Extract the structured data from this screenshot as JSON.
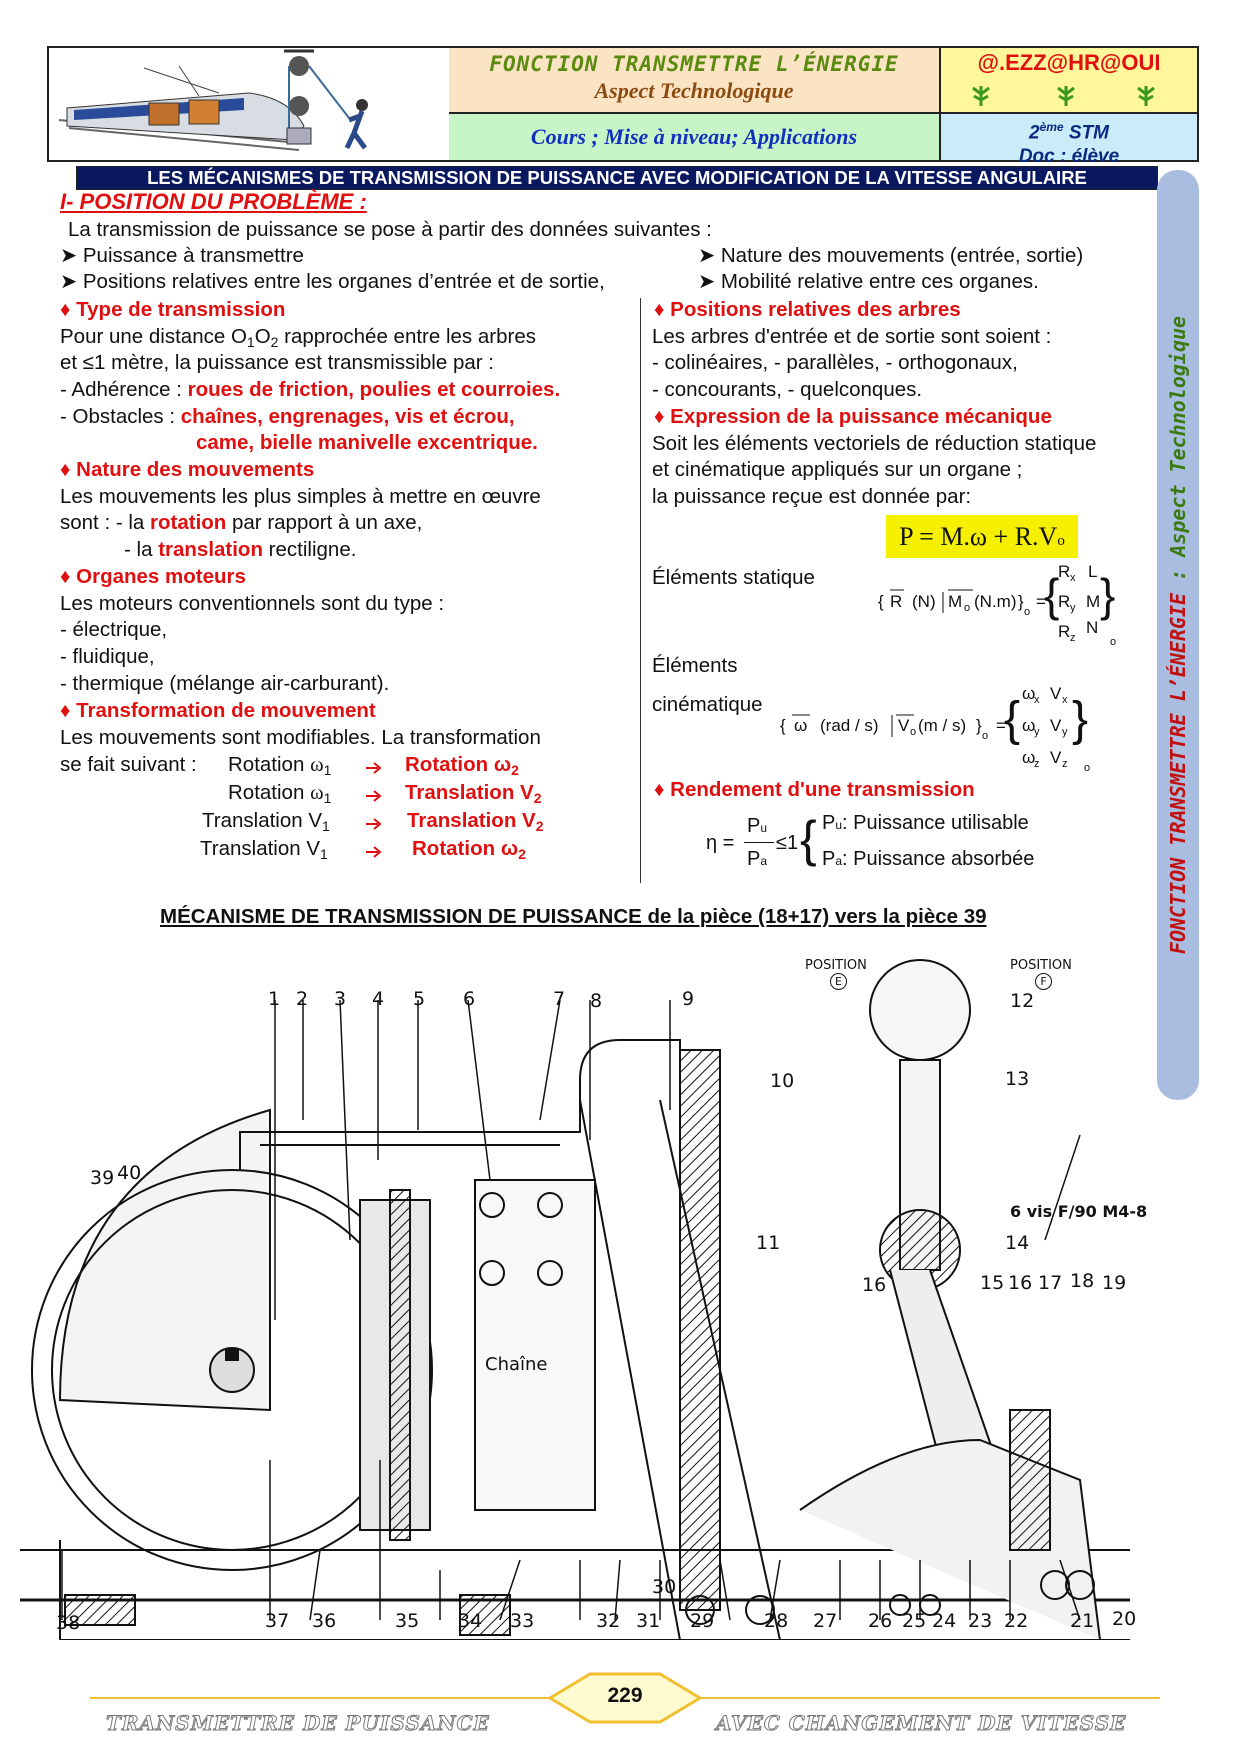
{
  "header": {
    "title": "FONCTION TRANSMETTRE L’ÉNERGIE",
    "subtitle": "Aspect Technologique",
    "course": "Cours ; Mise à niveau; Applications",
    "author": "@.EZZ@HR@OUI",
    "level_sup": "ème",
    "level_num": "2",
    "level": "STM",
    "doc": "Doc : élève"
  },
  "banner": "LES MÉCANISMES DE TRANSMISSION DE PUISSANCE AVEC MODIFICATION DE LA VITESSE ANGULAIRE",
  "side_label_a": "FONCTION TRANSMETTRE L’ÉNERGIE",
  "side_label_sep": " : ",
  "side_label_b": "Aspect Technologique",
  "section1": {
    "title": "I- POSITION DU PROBLÈME :",
    "intro": "La transmission de puissance se pose à partir des données suivantes :",
    "bullets": [
      "Puissance à transmettre",
      "Nature des mouvements (entrée, sortie)",
      "Positions relatives entre les organes d’entrée et de sortie,",
      "Mobilité relative entre ces organes."
    ]
  },
  "left": {
    "type_title": "Type de transmission",
    "type_l1a": "Pour une distance O",
    "type_l1_s1": "1",
    "type_l1b": "O",
    "type_l1_s2": "2",
    "type_l1c": " rapprochée  entre les arbres",
    "type_l2": "et ≤1 mètre, la puissance est transmissible par :",
    "adh_label": "- Adhérence : ",
    "adh_value": "roues de friction, poulies et courroies.",
    "obs_label": "- Obstacles : ",
    "obs_value1": "chaînes, engrenages, vis et écrou,",
    "obs_value2": "came, bielle manivelle excentrique.",
    "nature_title": "Nature des mouvements",
    "nature_l1": "Les mouvements les plus simples à mettre en œuvre",
    "nature_l2a": "sont : - la ",
    "nature_l2b": "rotation",
    "nature_l2c": " par rapport à un axe,",
    "nature_l3a": "- la ",
    "nature_l3b": "translation",
    "nature_l3c": " rectiligne.",
    "moteurs_title": "Organes moteurs",
    "moteurs_l1": "Les moteurs conventionnels sont du type :",
    "moteurs_items": [
      "- électrique,",
      "- fluidique,",
      "- thermique (mélange air-carburant)."
    ],
    "transfo_title": "Transformation de mouvement",
    "transfo_l1": "Les mouvements sont modifiables. La transformation",
    "transfo_l2": "se fait suivant :",
    "transfo_rows": [
      {
        "from": "Rotation",
        "fs": "ω",
        "fi": "1",
        "to": "Rotation ω",
        "ti": "2"
      },
      {
        "from": "Rotation",
        "fs": "ω",
        "fi": "1",
        "to": "Translation  V",
        "ti": "2"
      },
      {
        "from": "Translation",
        "fs": "V",
        "fi": "1",
        "to": "Translation  V",
        "ti": "2"
      },
      {
        "from": "Translation",
        "fs": "V",
        "fi": "1",
        "to": "Rotation ω",
        "ti": "2"
      }
    ]
  },
  "right": {
    "pos_title": "Positions relatives des arbres",
    "pos_l1": "Les arbres d'entrée et de sortie sont soient :",
    "pos_l2": "- colinéaires, - parallèles,  - orthogonaux,",
    "pos_l3": "- concourants,  - quelconques.",
    "expr_title": "Expression de la puissance mécanique",
    "expr_l1": "Soit les éléments vectoriels de réduction statique",
    "expr_l2": "et cinématique appliqués sur un organe ;",
    "expr_l3": "la puissance reçue est donnée par:",
    "formula": "P = M.ω + R.V",
    "formula_sub": "o",
    "stat_label": "Éléments statique",
    "stat_torsor": "{R (N) | Mo (N.m)}o = {Rx L ; Ry M ; Rz N}o",
    "cin_label1": "Éléments",
    "cin_label2": "cinématique",
    "cin_torsor": "{ω (rad/s) | Vo (m/s)}o = {ωx Vx ; ωy Vy ; ωz Vz}o",
    "rend_title": "Rendement d'une transmission",
    "rend_eta": "η =",
    "rend_pu": "P",
    "rend_pu_sub": "u",
    "rend_pa": "P",
    "rend_pa_sub": "a",
    "rend_le": "≤1",
    "rend_def1": ": Puissance utilisable",
    "rend_def2": ": Puissance absorbée"
  },
  "mechanism": {
    "title": "MÉCANISME DE TRANSMISSION DE PUISSANCE de la pièce (18+17) vers la pièce 39",
    "position_e": "POSITION",
    "e_mark": "E",
    "position_f": "POSITION",
    "f_mark": "F",
    "chain_label": "Chaîne",
    "screws_label": "6 vis F/90 M4-8",
    "top_numbers": [
      "1",
      "2",
      "3",
      "4",
      "5",
      "6",
      "7",
      "8",
      "9",
      "10",
      "11",
      "12",
      "13",
      "14",
      "15",
      "16",
      "17",
      "18",
      "19",
      "39",
      "40",
      "16"
    ],
    "bottom_numbers": [
      "38",
      "37",
      "36",
      "35",
      "34",
      "33",
      "32",
      "31",
      "30",
      "29",
      "28",
      "27",
      "26",
      "25",
      "24",
      "23",
      "22",
      "21",
      "20"
    ]
  },
  "footer": {
    "page": "229",
    "left": "TRANSMETTRE DE PUISSANCE",
    "right": "AVEC CHANGEMENT DE VITESSE"
  }
}
